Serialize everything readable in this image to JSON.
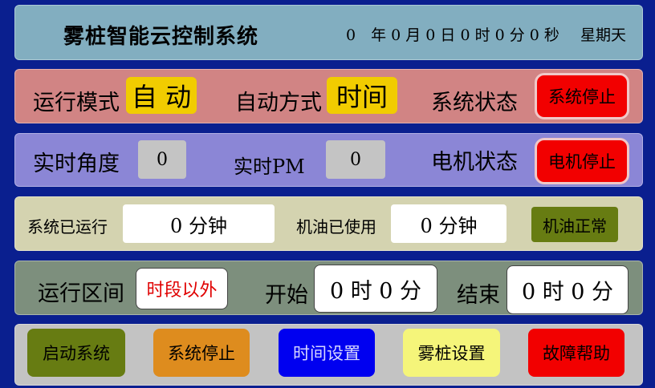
{
  "title": {
    "system_name": "雾桩智能云控制系统",
    "datetime": "0　年 0 月 0 日 0 时 0 分 0 秒",
    "weekday": "星期天"
  },
  "mode_row": {
    "run_mode_label": "运行模式",
    "run_mode_value": "自 动",
    "auto_mode_label": "自动方式",
    "auto_mode_value": "时间",
    "system_status_label": "系统状态",
    "system_status_value": "系统停止"
  },
  "angle_row": {
    "angle_label": "实时角度",
    "angle_value": "0",
    "pm_label": "实时PM",
    "pm_value": "0",
    "motor_status_label": "电机状态",
    "motor_status_value": "电机停止"
  },
  "runtime_row": {
    "system_run_label": "系统已运行",
    "system_run_value": "0 分钟",
    "oil_used_label": "机油已使用",
    "oil_used_value": "0 分钟",
    "oil_status": "机油正常"
  },
  "range_row": {
    "range_label": "运行区间",
    "range_value": "时段以外",
    "start_label": "开始",
    "start_value": "0 时 0 分",
    "end_label": "结束",
    "end_value": "0 时 0 分"
  },
  "buttons": {
    "start_system": "启动系统",
    "stop_system": "系统停止",
    "time_settings": "时间设置",
    "fog_settings": "雾桩设置",
    "fault_help": "故障帮助"
  },
  "colors": {
    "background": "#0a1f8f",
    "status_red": "#f20000",
    "value_yellow": "#f1cc00",
    "oil_green": "#677c12"
  }
}
